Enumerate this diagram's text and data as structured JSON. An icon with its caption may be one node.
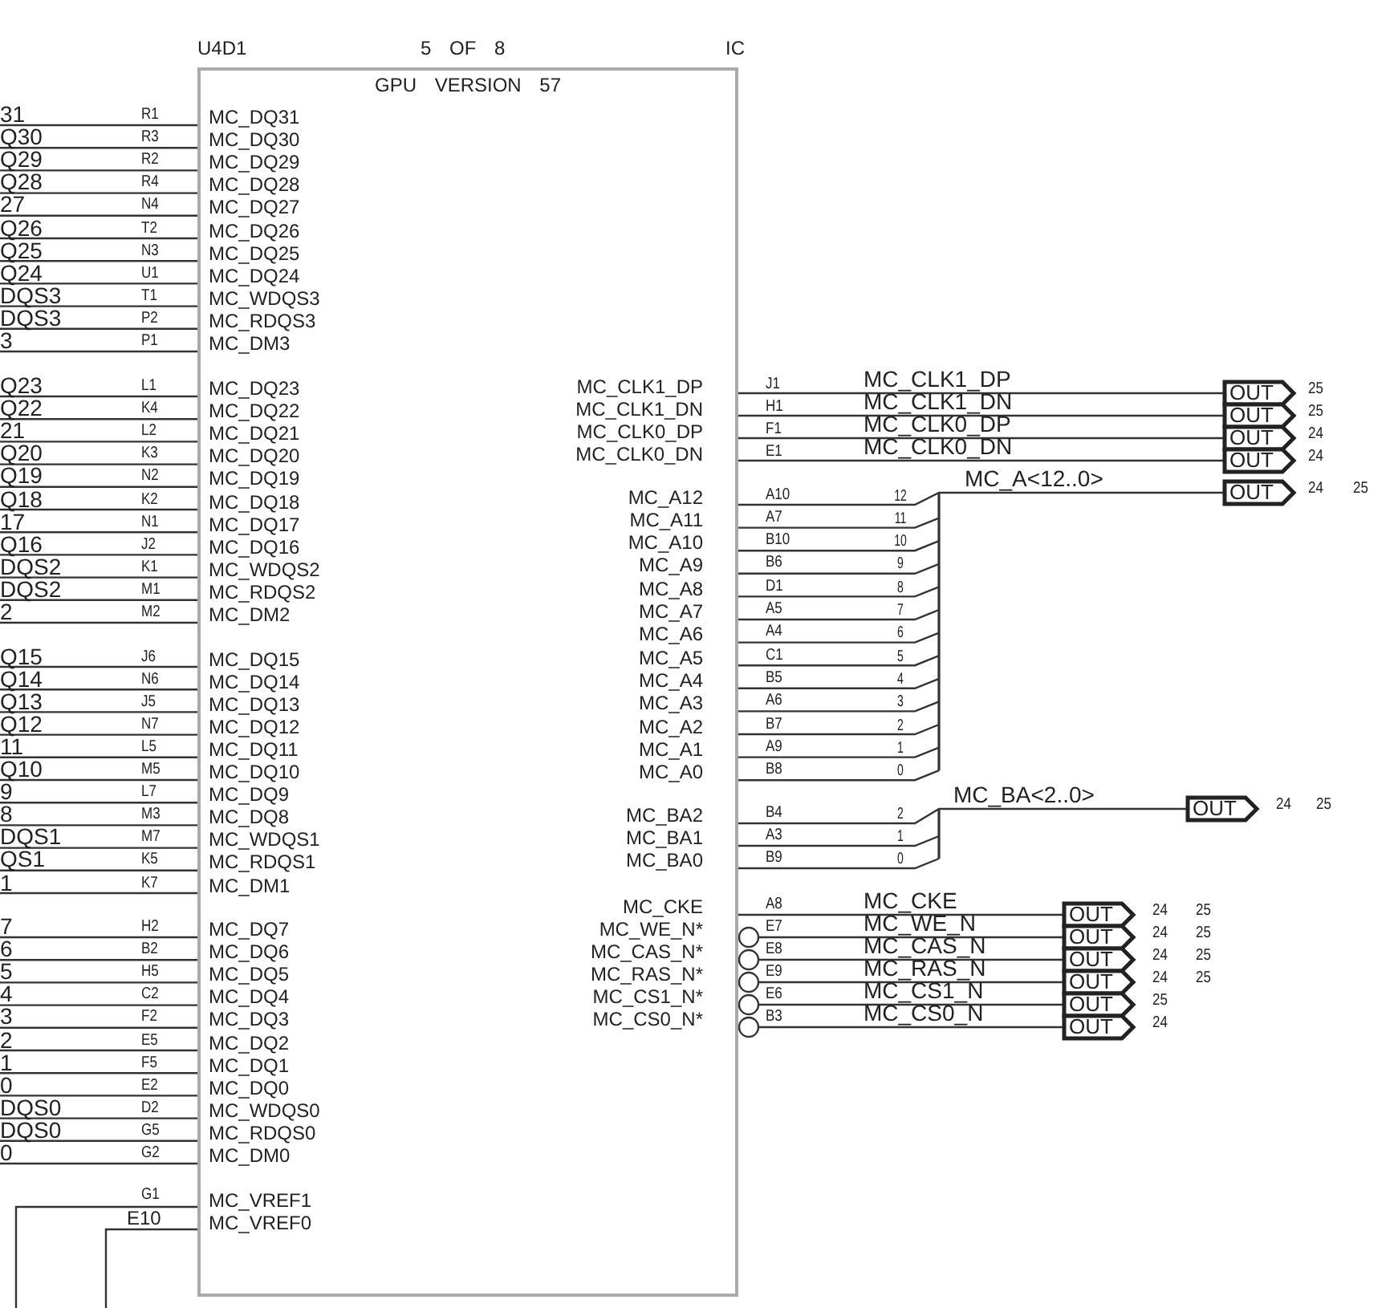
{
  "diagram": {
    "nodes": [
      {
        "text": [
          "GPU VERSION 57"
        ],
        "beside": [
          "U4D1",
          "5 OF 8",
          "IC"
        ]
      },
      {
        "text": [
          "OUT"
        ],
        "beside": [
          "25"
        ]
      },
      {
        "text": [
          "OUT"
        ],
        "beside": [
          "25"
        ]
      },
      {
        "text": [
          "OUT"
        ],
        "beside": [
          "24"
        ]
      },
      {
        "text": [
          "OUT"
        ],
        "beside": [
          "24"
        ]
      },
      {
        "text": [
          "OUT"
        ],
        "beside": [
          "24",
          "25"
        ]
      },
      {
        "text": [
          "OUT"
        ],
        "beside": [
          "24",
          "25"
        ]
      },
      {
        "text": [
          "OUT"
        ],
        "beside": [
          "24",
          "25"
        ]
      },
      {
        "text": [
          "OUT"
        ],
        "beside": [
          "24",
          "25"
        ]
      },
      {
        "text": [
          "OUT"
        ],
        "beside": [
          "24",
          "25"
        ]
      },
      {
        "text": [
          "OUT"
        ],
        "beside": [
          "24",
          "25"
        ]
      },
      {
        "text": [
          "OUT"
        ],
        "beside": [
          "25"
        ]
      },
      {
        "text": [
          "OUT"
        ],
        "beside": [
          "24"
        ]
      }
    ],
    "edges": [
      {
        "from": 0,
        "to": 1,
        "arrow": "none",
        "label": "MC_CLK1_DP"
      },
      {
        "from": 0,
        "to": 2,
        "arrow": "none",
        "label": "MC_CLK1_DN"
      },
      {
        "from": 0,
        "to": 3,
        "arrow": "none",
        "label": "MC_CLK0_DP"
      },
      {
        "from": 0,
        "to": 4,
        "arrow": "none",
        "label": "MC_CLK0_DN"
      },
      {
        "from": 0,
        "to": 5,
        "arrow": "none",
        "label": "MC_A<12..0>"
      },
      {
        "from": 0,
        "to": 6,
        "arrow": "none",
        "label": "MC_BA<2..0>"
      },
      {
        "from": 0,
        "to": 7,
        "arrow": "none",
        "label": "MC_CKE"
      },
      {
        "from": 0,
        "to": 8,
        "arrow": "other",
        "label": "MC_WE_N"
      },
      {
        "from": 0,
        "to": 9,
        "arrow": "other",
        "label": "MC_CAS_N"
      },
      {
        "from": 0,
        "to": 10,
        "arrow": "other",
        "label": "MC_RAS_N"
      },
      {
        "from": 0,
        "to": 11,
        "arrow": "other",
        "label": "MC_CS1_N"
      },
      {
        "from": 0,
        "to": 12,
        "arrow": "other",
        "label": "MC_CS0_N"
      }
    ],
    "labels": [
      "31",
      "R1",
      "MC_DQ31",
      "Q30",
      "R3",
      "MC_DQ30",
      "Q29",
      "R2",
      "MC_DQ29",
      "Q28",
      "R4",
      "MC_DQ28",
      "27",
      "N4",
      "MC_DQ27",
      "Q26",
      "T2",
      "MC_DQ26",
      "Q25",
      "N3",
      "MC_DQ25",
      "Q24",
      "U1",
      "MC_DQ24",
      "DQS3",
      "T1",
      "MC_WDQS3",
      "DQS3",
      "P2",
      "MC_RDQS3",
      "3",
      "P1",
      "MC_DM3",
      "Q23",
      "L1",
      "MC_DQ23",
      "Q22",
      "K4",
      "MC_DQ22",
      "21",
      "L2",
      "MC_DQ21",
      "Q20",
      "K3",
      "MC_DQ20",
      "Q19",
      "N2",
      "MC_DQ19",
      "Q18",
      "K2",
      "MC_DQ18",
      "17",
      "N1",
      "MC_DQ17",
      "Q16",
      "J2",
      "MC_DQ16",
      "DQS2",
      "K1",
      "MC_WDQS2",
      "DQS2",
      "M1",
      "MC_RDQS2",
      "2",
      "M2",
      "MC_DM2",
      "Q15",
      "J6",
      "MC_DQ15",
      "Q14",
      "N6",
      "MC_DQ14",
      "Q13",
      "J5",
      "MC_DQ13",
      "Q12",
      "N7",
      "MC_DQ12",
      "11",
      "L5",
      "MC_DQ11",
      "Q10",
      "M5",
      "MC_DQ10",
      "9",
      "L7",
      "MC_DQ9",
      "8",
      "M3",
      "MC_DQ8",
      "DQS1",
      "M7",
      "MC_WDQS1",
      "QS1",
      "K5",
      "MC_RDQS1",
      "1",
      "K7",
      "MC_DM1",
      "7",
      "H2",
      "MC_DQ7",
      "6",
      "B2",
      "MC_DQ6",
      "5",
      "H5",
      "MC_DQ5",
      "4",
      "C2",
      "MC_DQ4",
      "3",
      "F2",
      "MC_DQ3",
      "2",
      "E5",
      "MC_DQ2",
      "1",
      "F5",
      "MC_DQ1",
      "0",
      "E2",
      "MC_DQ0",
      "DQS0",
      "D2",
      "MC_WDQS0",
      "DQS0",
      "G5",
      "MC_RDQS0",
      "0",
      "G2",
      "MC_DM0",
      "G1",
      "MC_VREF1",
      "E10",
      "MC_VREF0",
      "MC_CLK1_DP",
      "J1",
      "MC_CLK1_DN",
      "H1",
      "MC_CLK0_DP",
      "F1",
      "MC_CLK0_DN",
      "E1",
      "MC_A12",
      "A10",
      "12",
      "MC_A11",
      "A7",
      "11",
      "MC_A10",
      "B10",
      "10",
      "MC_A9",
      "B6",
      "9",
      "MC_A8",
      "D1",
      "8",
      "MC_A7",
      "A5",
      "7",
      "MC_A6",
      "A4",
      "6",
      "MC_A5",
      "C1",
      "5",
      "MC_A4",
      "B5",
      "4",
      "MC_A3",
      "A6",
      "3",
      "MC_A2",
      "B7",
      "2",
      "MC_A1",
      "A9",
      "1",
      "MC_A0",
      "B8",
      "0",
      "MC_BA2",
      "B4",
      "2",
      "MC_BA1",
      "A3",
      "1",
      "MC_BA0",
      "B9",
      "0",
      "MC_CKE",
      "A8",
      "MC_WE_N*",
      "E7",
      "MC_CAS_N*",
      "E8",
      "MC_RAS_N*",
      "E9",
      "MC_CS1_N*",
      "E6",
      "MC_CS0_N*",
      "B3"
    ]
  }
}
